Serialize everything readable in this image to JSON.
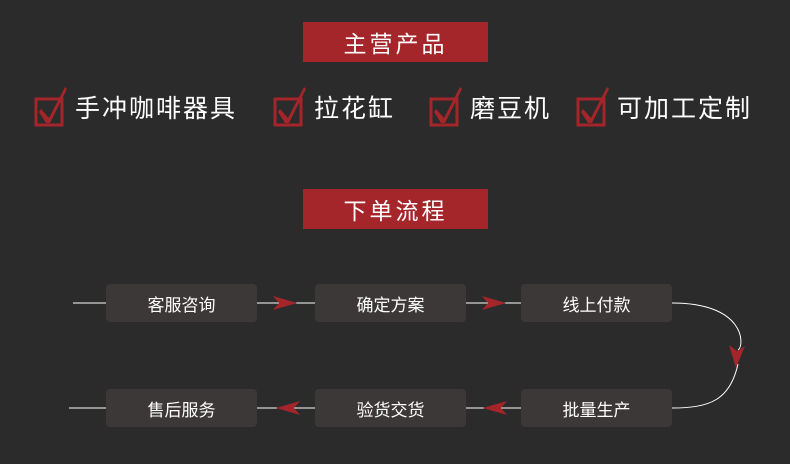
{
  "sections": {
    "products_title": "主营产品",
    "process_title": "下单流程"
  },
  "products": [
    {
      "label": "手冲咖啡器具"
    },
    {
      "label": "拉花缸"
    },
    {
      "label": "磨豆机"
    },
    {
      "label": "可加工定制"
    }
  ],
  "steps": [
    {
      "label": "客服咨询"
    },
    {
      "label": "确定方案"
    },
    {
      "label": "线上付款"
    },
    {
      "label": "批量生产"
    },
    {
      "label": "验货交货"
    },
    {
      "label": "售后服务"
    }
  ],
  "colors": {
    "background": "#2b2b2b",
    "accent": "#a4262a",
    "step_box": "#3d3838",
    "line": "#ffffff"
  }
}
